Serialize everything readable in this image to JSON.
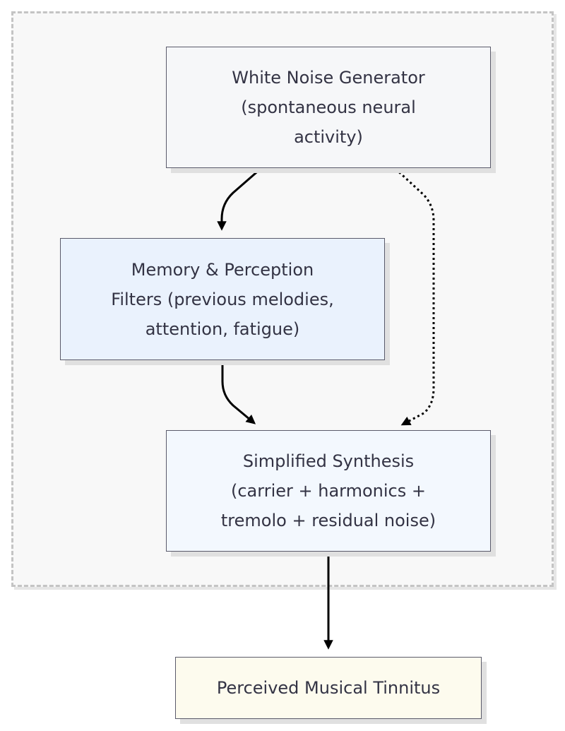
{
  "diagram": {
    "nodes": {
      "white_noise": "White Noise Generator\n(spontaneous neural\nactivity)",
      "memory_filters": "Memory & Perception\nFilters (previous melodies,\nattention, fatigue)",
      "synthesis": "Simplified Synthesis\n(carrier + harmonics +\ntremolo + residual noise)",
      "tinnitus": "Perceived Musical Tinnitus"
    },
    "edges": [
      {
        "from": "white_noise",
        "to": "memory_filters",
        "style": "solid"
      },
      {
        "from": "white_noise",
        "to": "synthesis",
        "style": "dotted"
      },
      {
        "from": "memory_filters",
        "to": "synthesis",
        "style": "solid"
      },
      {
        "from": "synthesis",
        "to": "tinnitus",
        "style": "solid"
      }
    ],
    "colors": {
      "line": "#000000",
      "group_border": "#c4c4c4",
      "group_fill": "#f8f8f8",
      "node_border": "#5a5a6a"
    }
  }
}
